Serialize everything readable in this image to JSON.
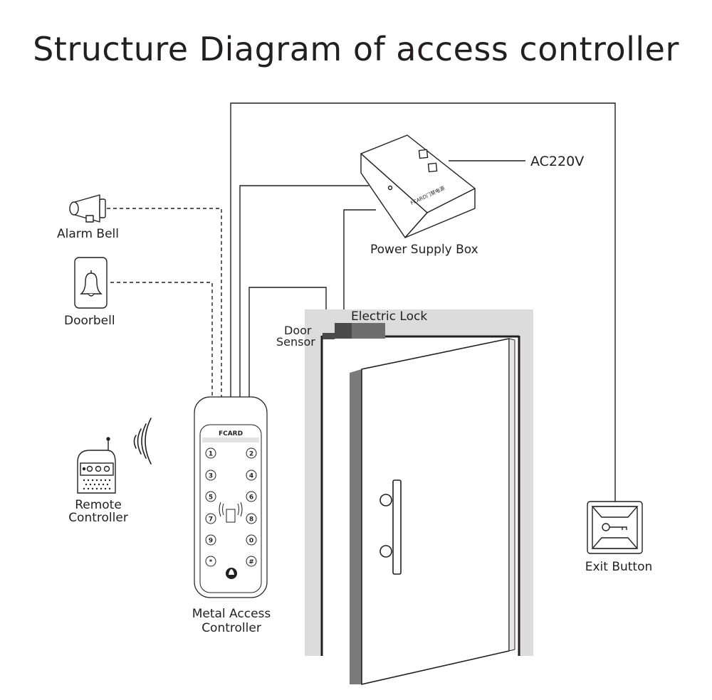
{
  "title": "Structure Diagram of access controller",
  "labels": {
    "ac_power": "AC220V",
    "power_supply_box": "Power Supply Box",
    "psu_brand": "FCARD门禁电源",
    "electric_lock": "Electric Lock",
    "door_sensor_line1": "Door",
    "door_sensor_line2": "Sensor",
    "alarm_bell": "Alarm Bell",
    "doorbell": "Doorbell",
    "remote_controller_line1": "Remote",
    "remote_controller_line2": "Controller",
    "metal_access_line1": "Metal Access",
    "metal_access_line2": "Controller",
    "exit_button": "Exit Button"
  },
  "keypad": {
    "brand": "FCARD",
    "keys": [
      "1",
      "2",
      "3",
      "4",
      "5",
      "6",
      "7",
      "8",
      "9",
      "0",
      "*",
      "#"
    ]
  },
  "colors": {
    "line": "#231f20",
    "frame_bg": "#dcdcdc",
    "door_edge": "#7a7a7a"
  }
}
